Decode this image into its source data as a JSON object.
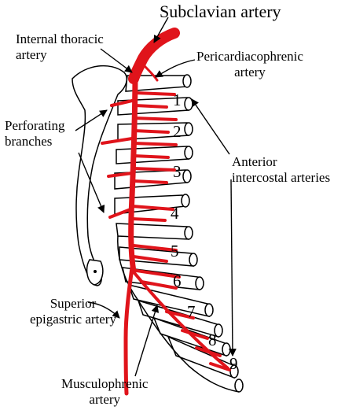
{
  "labels": {
    "subclavian": "Subclavian artery",
    "internal_thoracic": [
      "Internal thoracic",
      "artery"
    ],
    "pericardiacophrenic": [
      "Pericardiacophrenic",
      "artery"
    ],
    "perforating": [
      "Perforating",
      "branches"
    ],
    "anterior_intercostal": [
      "Anterior",
      "intercostal arteries"
    ],
    "superior_epigastric": [
      "Superior",
      "epigastric artery"
    ],
    "musculophrenic": [
      "Musculophrenic",
      "artery"
    ]
  },
  "rib_numbers": [
    "1",
    "2",
    "3",
    "4",
    "5",
    "6",
    "7",
    "8",
    "9"
  ],
  "colors": {
    "artery": "#e0141b",
    "line": "#000000",
    "fill": "#ffffff"
  }
}
